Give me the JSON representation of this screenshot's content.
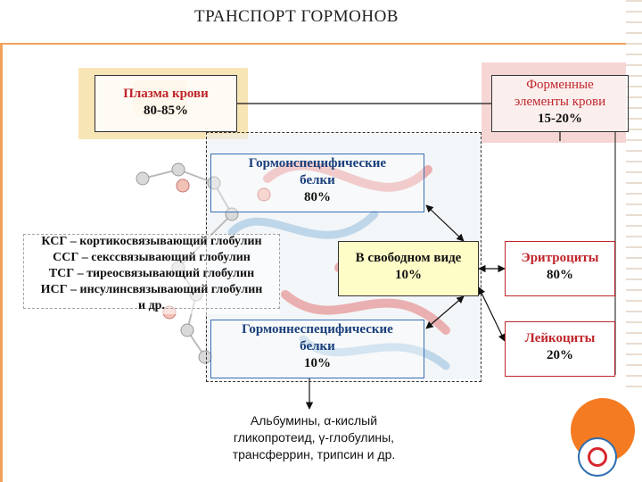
{
  "title": "ТРАНСПОРТ ГОРМОНОВ",
  "plasma": {
    "line1": "Плазма крови",
    "line2": "80-85%"
  },
  "formed": {
    "line1": "Форменные",
    "line2": "элементы крови",
    "line3": "15-20%"
  },
  "specific": {
    "line1": "Гормонспецифические",
    "line2": "белки",
    "line3": "80%"
  },
  "globulins": [
    "КСГ – кортикосвязывающий глобулин",
    "ССГ – сексcвязывающий глобулин",
    "ТСГ – тиреосвязывающий глобулин",
    "ИСГ – инсулинсвязывающий глобулин",
    "и др."
  ],
  "free": {
    "line1": "В свободном виде",
    "line2": "10%"
  },
  "erythrocytes": {
    "line1": "Эритроциты",
    "line2": "80%"
  },
  "nonspecific": {
    "line1": "Гормоннеспецифические",
    "line2": "белки",
    "line3": "10%"
  },
  "leukocytes": {
    "line1": "Лейкоциты",
    "line2": "20%"
  },
  "albumins": [
    "Альбумины, α-кислый",
    "гликопротеид, γ-глобулины,",
    "трансферрин, трипсин и др."
  ],
  "colors": {
    "accent_orange": "#f57b22",
    "label_red": "#c0252a",
    "frame_blue": "#3b6fb6",
    "free_fill": "#fefcc7"
  }
}
